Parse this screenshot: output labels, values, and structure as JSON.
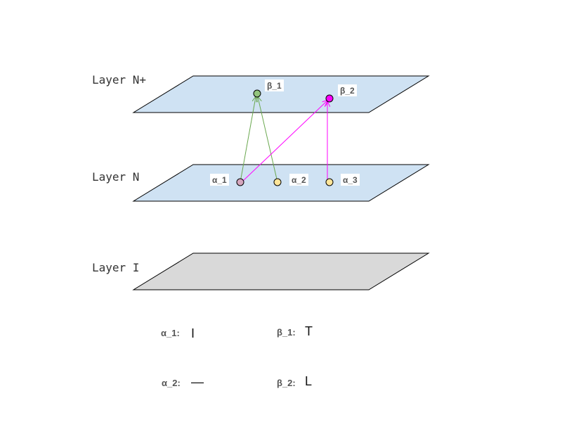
{
  "layers": [
    {
      "id": "top",
      "label": "Layer N+",
      "fill": "#cfe2f3"
    },
    {
      "id": "middle",
      "label": "Layer N",
      "fill": "#cfe2f3"
    },
    {
      "id": "bottom",
      "label": "Layer I",
      "fill": "#d9d9d9"
    }
  ],
  "nodes": {
    "alpha1": {
      "label": "α_1",
      "color": "#d5a6bd"
    },
    "alpha2": {
      "label": "α_2",
      "color": "#ffe599"
    },
    "alpha3": {
      "label": "α_3",
      "color": "#ffe599"
    },
    "beta1": {
      "label": "β_1",
      "color": "#93c47d"
    },
    "beta2": {
      "label": "β_2",
      "color": "#ff00ff"
    }
  },
  "edges": [
    {
      "from": "alpha1",
      "to": "beta1",
      "color": "#6aa84f"
    },
    {
      "from": "alpha2",
      "to": "beta1",
      "color": "#6aa84f"
    },
    {
      "from": "alpha1",
      "to": "beta2",
      "color": "#ff00ff"
    },
    {
      "from": "alpha3",
      "to": "beta2",
      "color": "#ff00ff"
    }
  ],
  "legend": [
    {
      "key": "α_1:",
      "glyph": "I"
    },
    {
      "key": "β_1:",
      "glyph": "T"
    },
    {
      "key": "α_2:",
      "glyph": "—"
    },
    {
      "key": "β_2:",
      "glyph": "L"
    }
  ]
}
